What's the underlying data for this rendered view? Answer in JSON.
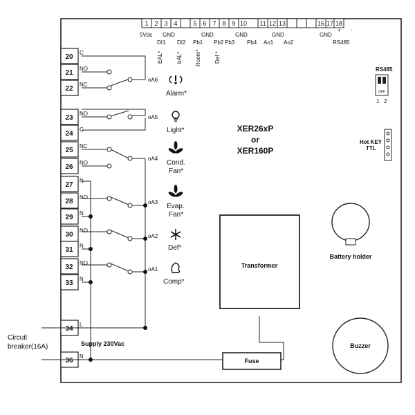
{
  "top_terminals": {
    "numbers": [
      "1",
      "2",
      "3",
      "4",
      "5",
      "6",
      "7",
      "8",
      "9",
      "10",
      "11",
      "12",
      "13",
      "16",
      "17",
      "18"
    ],
    "bottom_labels": [
      "5Vdc",
      "GND",
      "GND",
      "GND",
      "GND",
      "GND"
    ],
    "di_labels": [
      "DI1",
      "DI2"
    ],
    "pb_labels": [
      "Pb1",
      "Pb2",
      "Pb3",
      "Pb4"
    ],
    "ao_labels": [
      "Ao1",
      "Ao2"
    ],
    "rot_labels": [
      "EAL*",
      "bAL*",
      "Room*",
      "Def *"
    ],
    "rs485_label": "RS485",
    "plus": "+",
    "minus": "-"
  },
  "left_terminals": {
    "numbers": [
      "20",
      "21",
      "22",
      "23",
      "24",
      "25",
      "26",
      "27",
      "28",
      "29",
      "30",
      "31",
      "32",
      "33",
      "34",
      "36"
    ],
    "labels": [
      "C",
      "NO",
      "NC",
      "NO",
      "C",
      "NC",
      "NO",
      "N",
      "NO",
      "N",
      "NO",
      "N",
      "NO",
      "N",
      "L",
      "N"
    ]
  },
  "outputs": {
    "names": [
      "oA6",
      "oA5",
      "oA4",
      "oA3",
      "oA2",
      "oA1"
    ],
    "loads": [
      "Alarm*",
      "Light*",
      "Cond.",
      "Fan*",
      "Evap.",
      "Fan*",
      "Def*",
      "Comp*"
    ],
    "icons": [
      "alarm-icon",
      "light-icon",
      "cond-fan-icon",
      "evap-fan-icon",
      "defrost-icon",
      "compressor-icon"
    ]
  },
  "model": [
    "XER26xP",
    "or",
    "XER160P"
  ],
  "rs485_switch": {
    "title": "RS485",
    "state": "OFF",
    "positions": [
      "1",
      "2"
    ]
  },
  "hot_key": [
    "Hot KEY",
    "TTL"
  ],
  "components": {
    "transformer": "Transformer",
    "battery": "Battery holder",
    "buzzer": "Buzzer",
    "fuse": "Fuse"
  },
  "supply": {
    "label": "Supply 230Vac",
    "breaker_line1": "Circuit",
    "breaker_line2": "breaker(16A)"
  }
}
